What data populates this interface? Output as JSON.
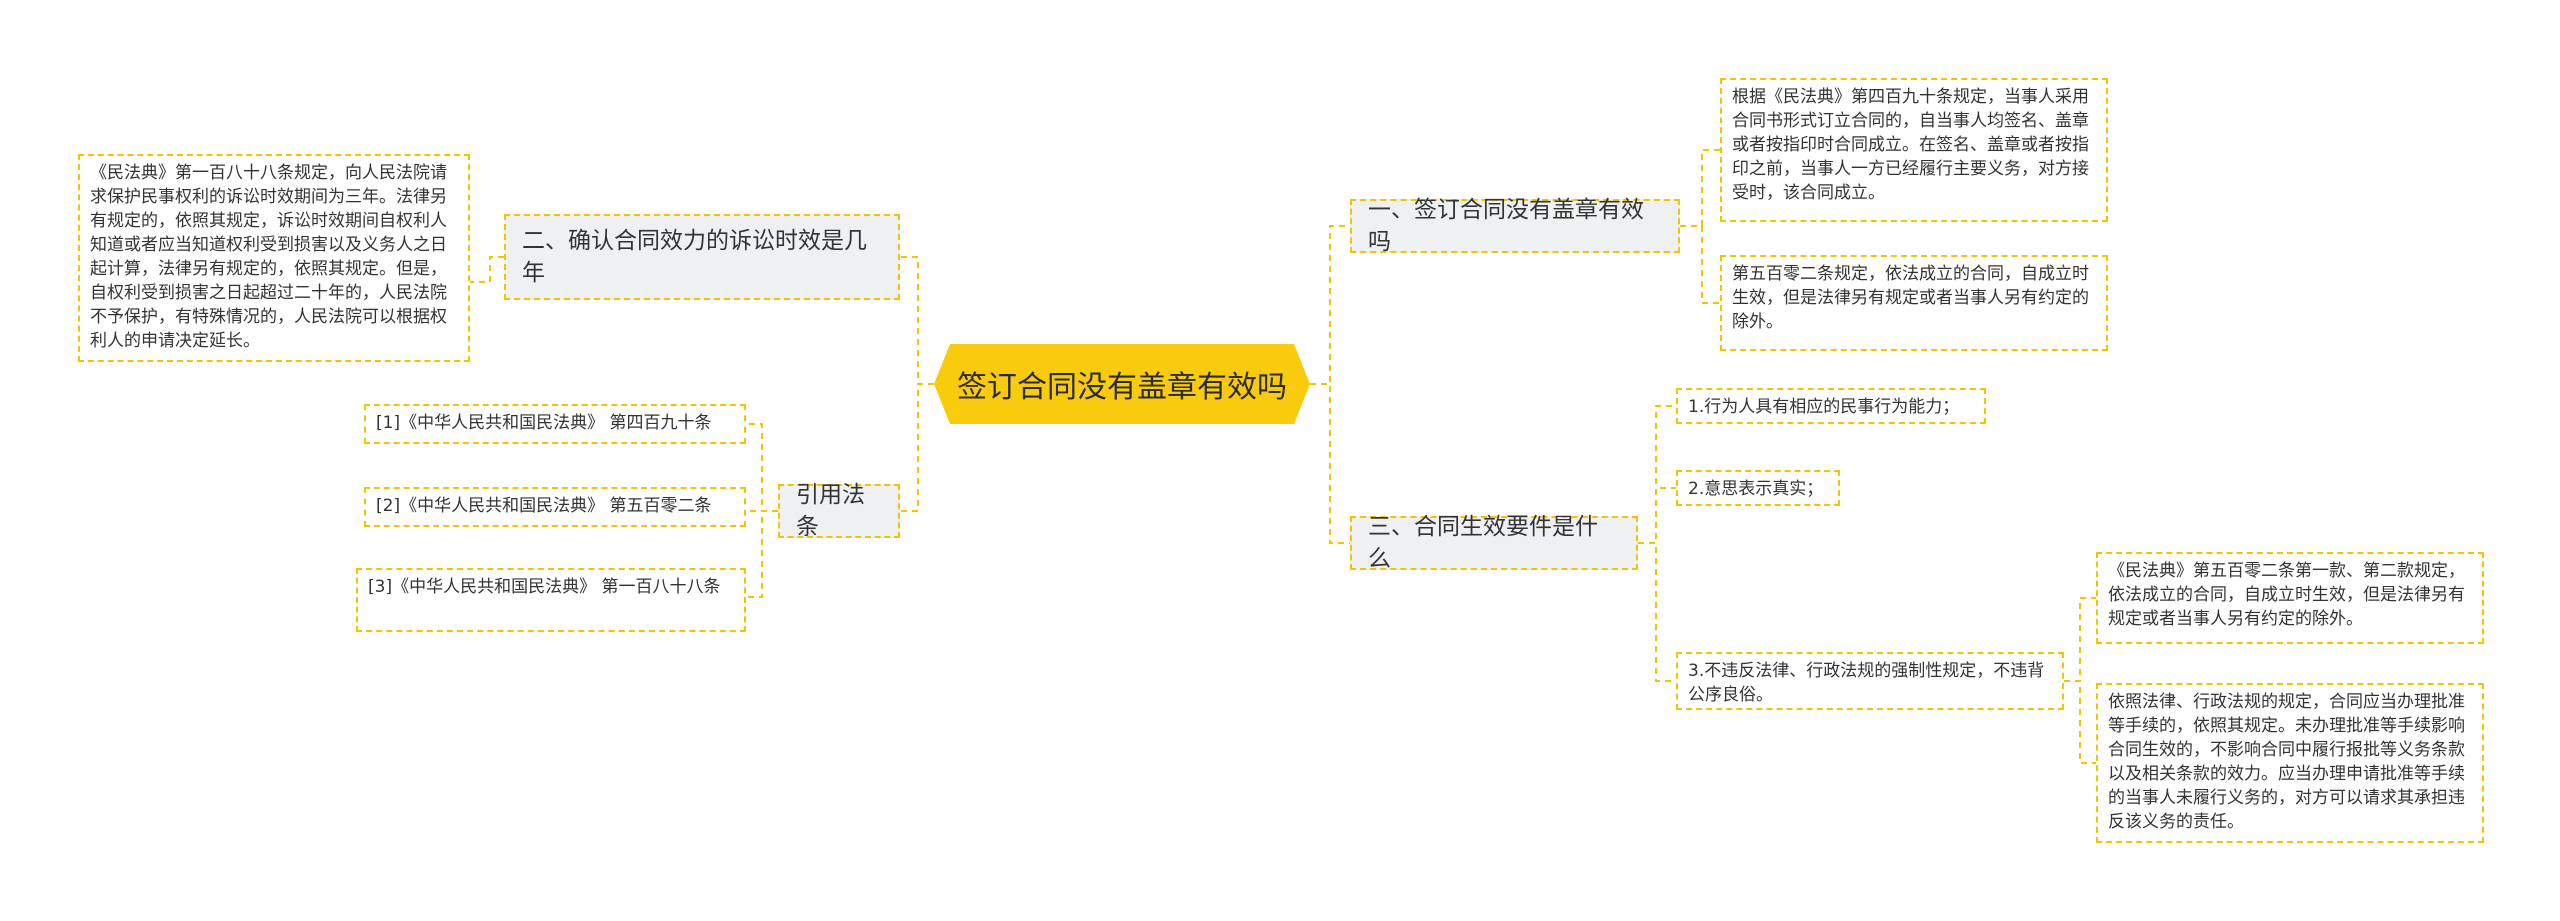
{
  "root": {
    "title": "签订合同没有盖章有效吗"
  },
  "right_branches": [
    {
      "label": "一、签订合同没有盖章有效吗",
      "leaves": [
        "根据《民法典》第四百九十条规定，当事人采用合同书形式订立合同的，自当事人均签名、盖章或者按指印时合同成立。在签名、盖章或者按指印之前，当事人一方已经履行主要义务，对方接受时，该合同成立。",
        "第五百零二条规定，依法成立的合同，自成立时生效，但是法律另有规定或者当事人另有约定的除外。"
      ]
    },
    {
      "label": "三、合同生效要件是什么",
      "leaves": [
        "1.行为人具有相应的民事行为能力；",
        "2.意思表示真实；",
        "3.不违反法律、行政法规的强制性规定，不违背公序良俗。"
      ],
      "sub_leaves": [
        "《民法典》第五百零二条第一款、第二款规定，依法成立的合同，自成立时生效，但是法律另有规定或者当事人另有约定的除外。",
        "依照法律、行政法规的规定，合同应当办理批准等手续的，依照其规定。未办理批准等手续影响合同生效的，不影响合同中履行报批等义务条款以及相关条款的效力。应当办理申请批准等手续的当事人未履行义务的，对方可以请求其承担违反该义务的责任。"
      ]
    }
  ],
  "left_branches": [
    {
      "label": "二、确认合同效力的诉讼时效是几年",
      "leaves": [
        "《民法典》第一百八十八条规定，向人民法院请求保护民事权利的诉讼时效期间为三年。法律另有规定的，依照其规定，诉讼时效期间自权利人知道或者应当知道权利受到损害以及义务人之日起计算，法律另有规定的，依照其规定。但是，自权利受到损害之日起超过二十年的，人民法院不予保护，有特殊情况的，人民法院可以根据权利人的申请决定延长。"
      ]
    },
    {
      "label": "引用法条",
      "leaves": [
        "[1]《中华人民共和国民法典》 第四百九十条",
        "[2]《中华人民共和国民法典》 第五百零二条",
        "[3]《中华人民共和国民法典》 第一百八十八条"
      ]
    }
  ]
}
